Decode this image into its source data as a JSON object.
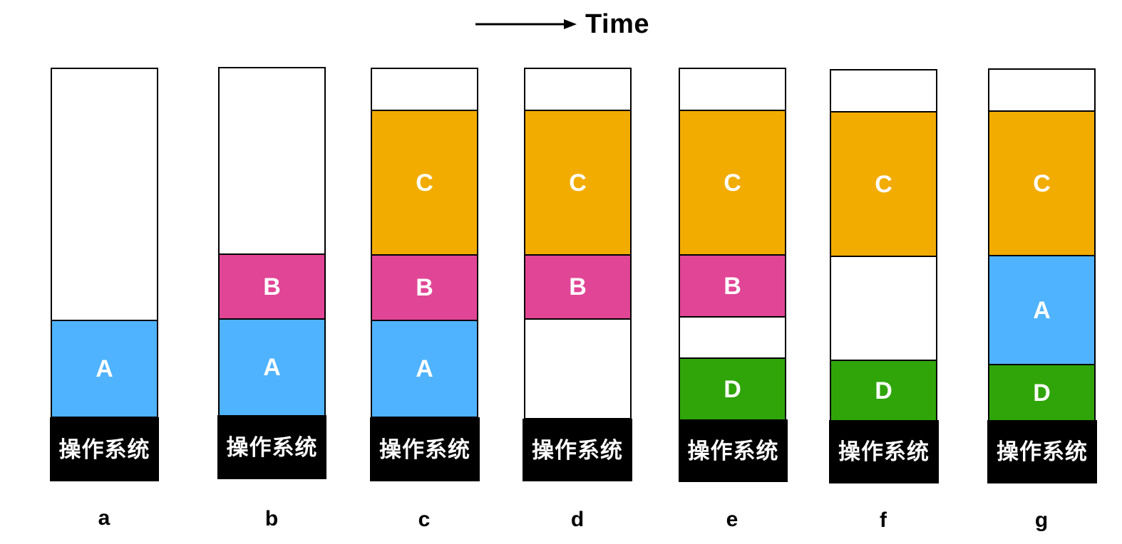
{
  "header": {
    "time_label": "Time"
  },
  "colors": {
    "A": "#4fb3ff",
    "B": "#e14595",
    "C": "#f2ac00",
    "D": "#2fa50a",
    "os": "#000000",
    "free": "#ffffff"
  },
  "os_label": "操作系统",
  "columns": [
    {
      "label": "a",
      "segments": [
        "free",
        "A"
      ]
    },
    {
      "label": "b",
      "segments": [
        "free",
        "B",
        "A"
      ]
    },
    {
      "label": "c",
      "segments": [
        "free",
        "C",
        "B",
        "A"
      ]
    },
    {
      "label": "d",
      "segments": [
        "free",
        "C",
        "B",
        "free"
      ]
    },
    {
      "label": "e",
      "segments": [
        "free",
        "C",
        "B",
        "free",
        "D"
      ]
    },
    {
      "label": "f",
      "segments": [
        "free",
        "C",
        "free",
        "D"
      ]
    },
    {
      "label": "g",
      "segments": [
        "free",
        "C",
        "A",
        "D"
      ]
    }
  ]
}
